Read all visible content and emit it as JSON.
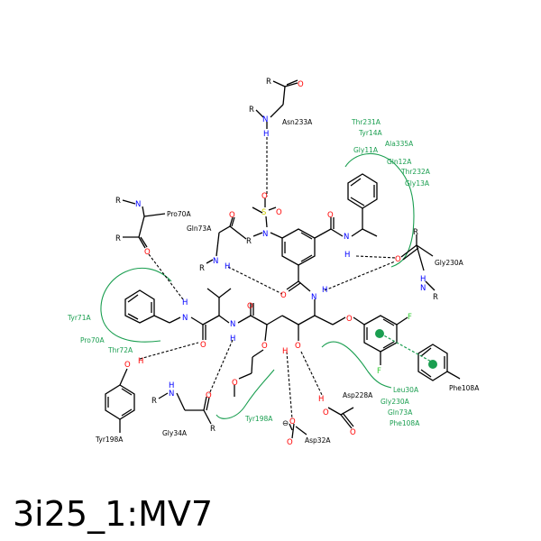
{
  "title": "3i25_1:MV7",
  "colors": {
    "bond": "#000000",
    "nitrogen": "#0000ff",
    "oxygen": "#ff0000",
    "fluorine": "#33cc33",
    "sulfur": "#cccc00",
    "hydrophobic": "#1a9e50"
  },
  "residues": {
    "asn233a": "Asn233A",
    "pro70a": "Pro70A",
    "gln73a": "Gln73A",
    "gly230a": "Gly230A",
    "phe108a": "Phe108A",
    "asp228a": "Asp228A",
    "asp32a": "Asp32A",
    "gly34a": "Gly34A",
    "tyr198a": "Tyr198A"
  },
  "hydrophobic": {
    "top": [
      "Thr231A",
      "Tyr14A",
      "Ala335A",
      "Gly11A",
      "Gln12A",
      "Thr232A",
      "Gly13A"
    ],
    "left": [
      "Tyr71A",
      "Pro70A",
      "Thr72A"
    ],
    "bottom_left": [
      "Tyr198A"
    ],
    "bottom_right": [
      "Leu30A",
      "Gly230A",
      "Gln73A",
      "Phe108A"
    ]
  },
  "atoms": {
    "N": "N",
    "H": "H",
    "O": "O",
    "S": "S",
    "F": "F",
    "R": "R",
    "minus": "⊖"
  }
}
